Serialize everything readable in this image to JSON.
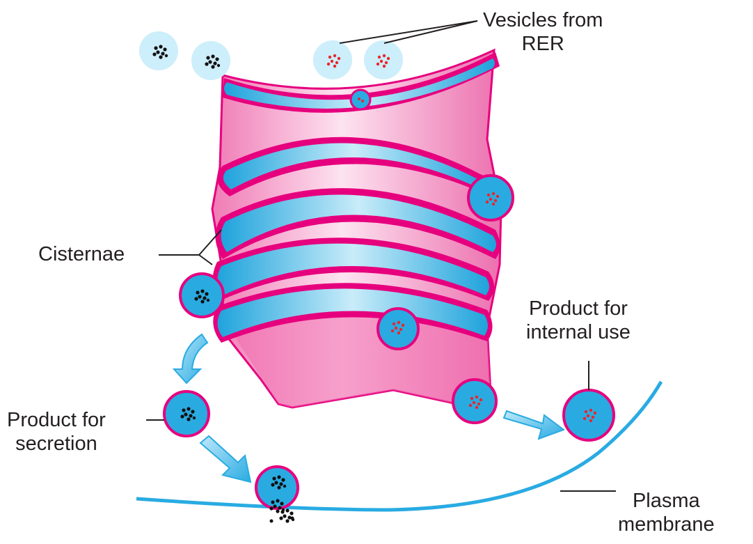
{
  "labels": {
    "vesicles_rer": {
      "line1": "Vesicles from",
      "line2": "RER"
    },
    "cisternae": "Cisternae",
    "product_internal": {
      "line1": "Product for",
      "line2": "internal use"
    },
    "product_secretion": {
      "line1": "Product for",
      "line2": "secretion"
    },
    "plasma_membrane": {
      "line1": "Plasma",
      "line2": "membrane"
    }
  },
  "colors": {
    "cisterna_blue": "#29abe2",
    "cisterna_light": "#bfe8f7",
    "membrane_pink": "#e6007e",
    "body_pink": "#f39ac6",
    "body_light": "#fbd7ea",
    "vesicle_pale": "#cdeefb",
    "product_black": "#111111",
    "product_red": "#e8262b",
    "arrow_blue": "#4fc3ef"
  }
}
